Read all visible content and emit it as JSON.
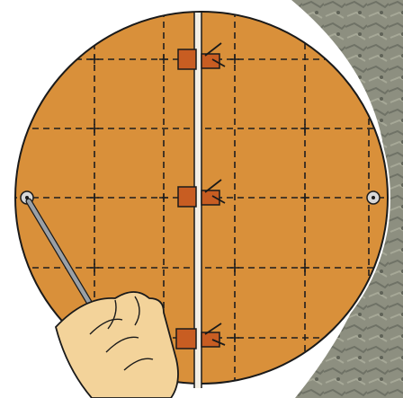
{
  "scene": {
    "board_color": "#d9903a",
    "board_outline_color": "#1a1a1a",
    "background_rock_color": "#8d8f80",
    "background_color": "#ffffff",
    "seam_color": "#f3efe5",
    "grid_line_color": "#1e1e1e",
    "clip_color": "#c85d22",
    "hand_color": "#f3d39a",
    "pencil_color": "#9aa0a6",
    "icons": [
      "circular-board",
      "grid-lines",
      "center-seam",
      "binder-clips",
      "marker-pins",
      "hand-with-pencil",
      "rock-background"
    ]
  }
}
